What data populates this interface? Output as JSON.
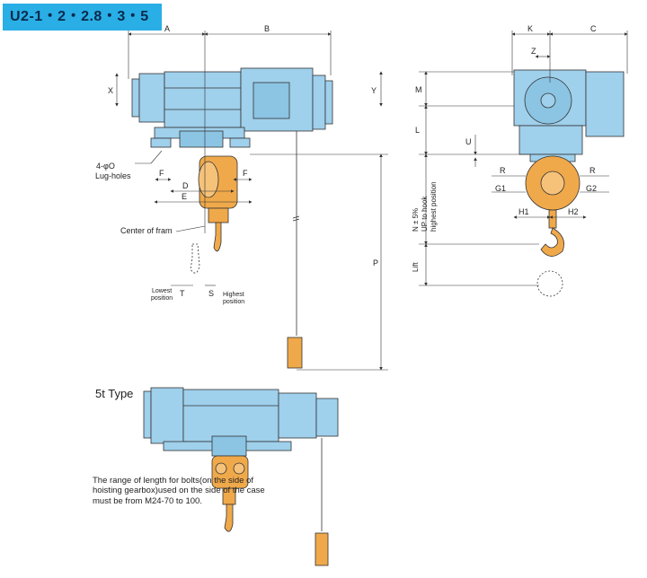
{
  "header": {
    "title": "U2-1・2・2.8・3・5"
  },
  "colors": {
    "accent": "#29aee6",
    "body_blue": "#9fd0ec",
    "hook_orange": "#f0a94a",
    "line": "#3a3a3a"
  },
  "dims": {
    "A": "A",
    "B": "B",
    "K": "K",
    "C": "C",
    "Z": "Z",
    "X": "X",
    "Y": "Y",
    "M": "M",
    "L": "L",
    "U": "U",
    "F": "F",
    "D": "D",
    "E": "E",
    "R": "R",
    "G1": "G1",
    "G2": "G2",
    "H1": "H1",
    "H2": "H2",
    "P": "P",
    "T": "T",
    "S": "S",
    "Lift": "Lift"
  },
  "labels": {
    "lug_holes_top": "4-φO",
    "lug_holes_bottom": "Lug-holes",
    "center_of_frame": "Center of fram",
    "lowest_position_1": "Lowest",
    "lowest_position_2": "position",
    "highest_position_1": "Highest",
    "highest_position_2": "position",
    "n_tolerance": "N ± 5%",
    "up_to_hook": "UP to hook",
    "highest_position_v": "highest position"
  },
  "variant_5t": {
    "title": "5t Type",
    "note": "The range of length for bolts(on the side of hoisting gearbox)used on the side of the case must be from M24-70 to 100."
  }
}
